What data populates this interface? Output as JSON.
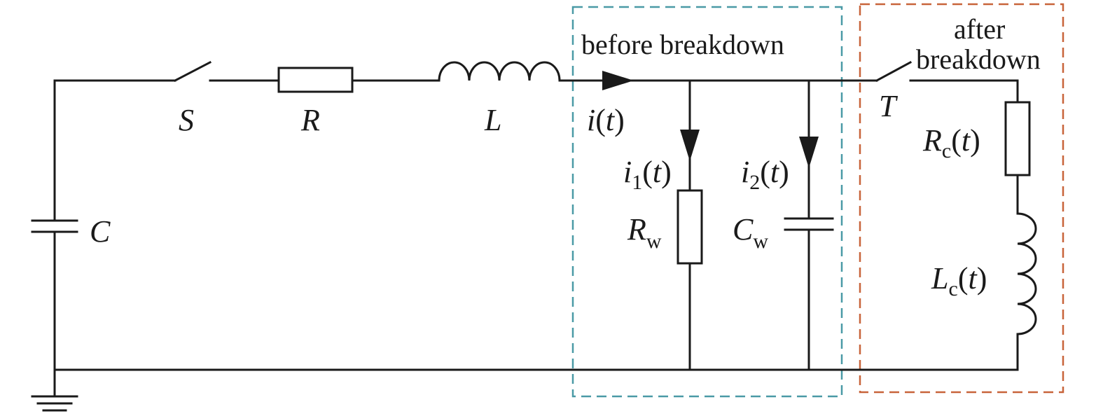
{
  "regions": {
    "before": {
      "label": "before breakdown",
      "color": "#4a9aa6"
    },
    "after": {
      "label_line1": "after",
      "label_line2": "breakdown",
      "color": "#c8643a"
    }
  },
  "components": {
    "capacitor_main": {
      "label": "C"
    },
    "switch_s": {
      "label": "S"
    },
    "resistor_r": {
      "label": "R"
    },
    "inductor_l": {
      "label": "L"
    },
    "current_total": {
      "label": "i",
      "arg_open": "(",
      "arg_var": "t",
      "arg_close": ")"
    },
    "current_1": {
      "label": "i",
      "sub": "1",
      "arg_open": "(",
      "arg_var": "t",
      "arg_close": ")"
    },
    "current_2": {
      "label": "i",
      "sub": "2",
      "arg_open": "(",
      "arg_var": "t",
      "arg_close": ")"
    },
    "resistor_w": {
      "label": "R",
      "sub": "w"
    },
    "capacitor_w": {
      "label": "C",
      "sub": "w"
    },
    "switch_t": {
      "label": "T"
    },
    "resistor_c": {
      "label": "R",
      "sub": "c",
      "arg_open": "(",
      "arg_var": "t",
      "arg_close": ")"
    },
    "inductor_c": {
      "label": "L",
      "sub": "c",
      "arg_open": "(",
      "arg_var": "t",
      "arg_close": ")"
    }
  }
}
